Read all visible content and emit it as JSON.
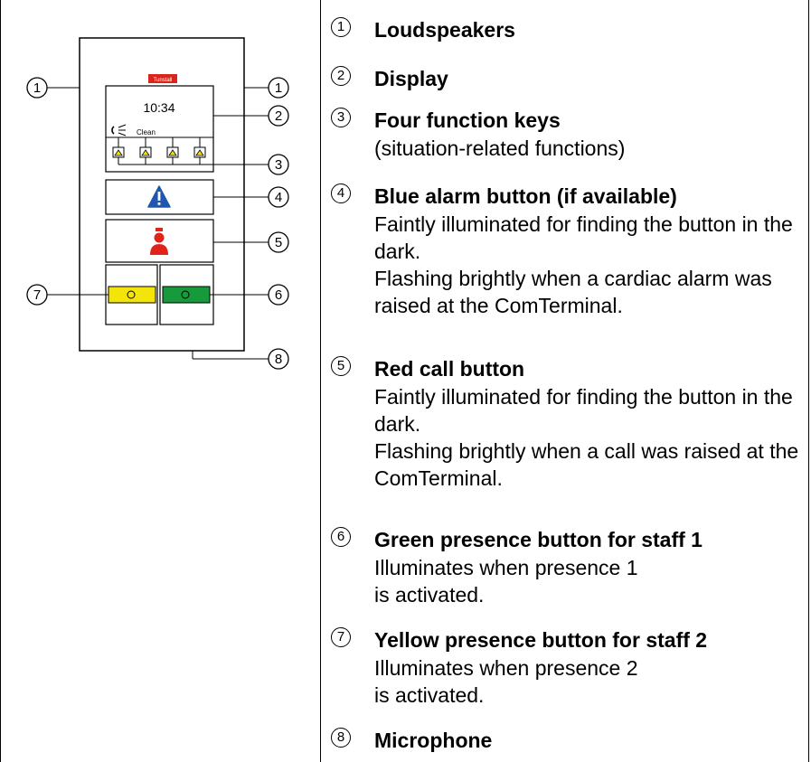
{
  "device": {
    "logo_text": "Tunstall",
    "clock": "10:34",
    "status_text": "Clean",
    "callouts": [
      "1",
      "2",
      "3",
      "4",
      "5",
      "6",
      "7",
      "8"
    ]
  },
  "legend": [
    {
      "num": "1",
      "title": "Loudspeakers",
      "desc": []
    },
    {
      "num": "2",
      "title": "Display",
      "desc": []
    },
    {
      "num": "3",
      "title": "Four function keys",
      "desc": [
        "(situation-related functions)"
      ]
    },
    {
      "num": "4",
      "title": "Blue alarm button (if available)",
      "desc": [
        "Faintly illuminated for finding the button in the dark.",
        "Flashing brightly when a cardiac alarm was raised at the ComTerminal."
      ]
    },
    {
      "num": "5",
      "title": "Red call button",
      "desc": [
        "Faintly illuminated for finding the button in the dark.",
        "Flashing brightly when a call was raised at the ComTerminal."
      ]
    },
    {
      "num": "6",
      "title": "Green presence button for staff 1",
      "desc": [
        "Illuminates when presence 1",
        "is activated."
      ]
    },
    {
      "num": "7",
      "title": "Yellow presence button for staff 2",
      "desc": [
        "Illuminates when presence 2",
        "is activated."
      ]
    },
    {
      "num": "8",
      "title": "Microphone",
      "desc": []
    }
  ],
  "colors": {
    "alarm_blue": "#1f57b0",
    "call_red": "#e0241b",
    "presence_green": "#179a3c",
    "presence_yellow": "#f3e40a",
    "logo_red": "#d9261c"
  }
}
